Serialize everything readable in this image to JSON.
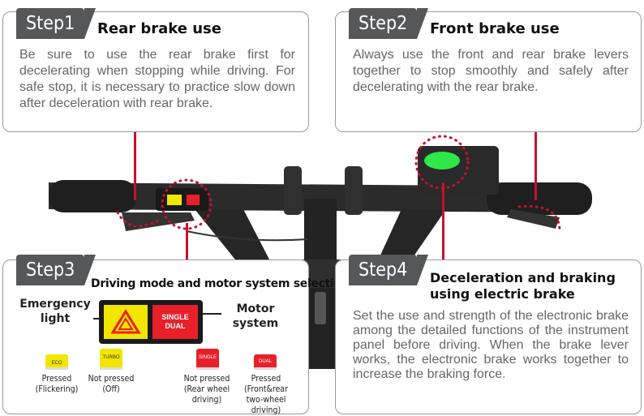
{
  "step1": {
    "tab": "Step1",
    "title": "Rear brake use",
    "text": "Be sure to use the rear brake first for decelerating when stopping while driving. For safe stop, it is necessary to practice slow down after deceleration with rear brake."
  },
  "step2": {
    "tab": "Step2",
    "title": "Front brake use",
    "text": "Always use the front and rear brake levers together to stop smoothly and safely after decelerating with the rear brake."
  },
  "step3": {
    "tab": "Step3",
    "title": "Driving mode and motor system selection",
    "emergency_label": "Emergency light",
    "motor_label": "Motor system",
    "panel_button": "SINGLE DUAL",
    "states": [
      {
        "button": "ECO",
        "caption": "Pressed (Flickering)",
        "color": "#f2e500"
      },
      {
        "button": "TURBO",
        "caption": "Not pressed (Off)",
        "color": "#f2e500"
      },
      {
        "button": "SINGLE",
        "caption": "Not pressed (Rear wheel driving)",
        "color": "#e8202a"
      },
      {
        "button": "DUAL",
        "caption": "Pressed (Front&rear two-wheel driving)",
        "color": "#e8202a"
      }
    ]
  },
  "step4": {
    "tab": "Step4",
    "title": "Deceleration and braking using electric brake",
    "text": "Set the use and strength of the electronic brake among the detailed functions of the instrument panel before driving. When the brake lever works, the electronic brake works together to increase the braking force."
  },
  "colors": {
    "accent": "#c8102e",
    "tab": "#555759",
    "display_green": "#2ee84a"
  }
}
